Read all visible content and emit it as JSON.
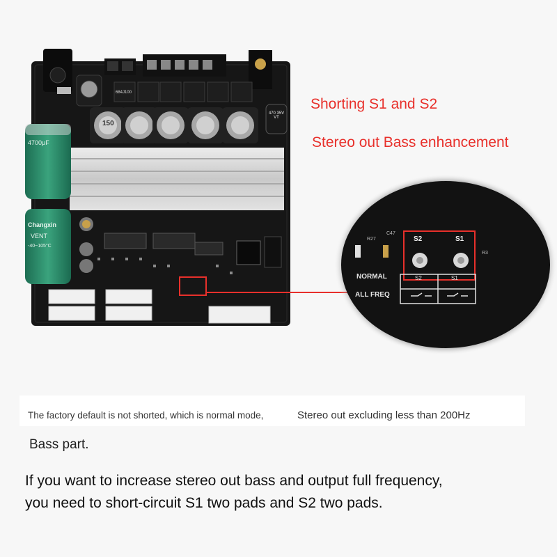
{
  "annotations": {
    "line1": "Shorting S1 and S2",
    "line2": "Stereo out Bass enhancement"
  },
  "caption": {
    "part1": "The factory default is not shorted, which is normal mode,",
    "part2": "Stereo out excluding less than 200Hz",
    "part3": "Bass part."
  },
  "description": {
    "line1": "If you want to increase stereo out bass and output full frequency,",
    "line2": "you need to short-circuit S1 two pads and S2 two pads."
  },
  "board": {
    "inductor_label": "150",
    "small_inductor_label": "684J100",
    "big_cap_top": "4700μF",
    "big_cap_brand": "Changxin",
    "big_cap_vent": "VENT",
    "big_cap_temp": "-40~105°C",
    "small_cap": "470 35V VT"
  },
  "zoom": {
    "pad_s2": "S2",
    "pad_s1": "S1",
    "row_normal": "NORMAL",
    "row_allfreq": "ALL FREQ",
    "cols": [
      "S2",
      "S1"
    ],
    "side_labels": [
      "R27",
      "C47",
      "R3"
    ]
  },
  "colors": {
    "pcb": "#151515",
    "highlight": "#e8302b",
    "capacitor": "#2e8f6c"
  }
}
